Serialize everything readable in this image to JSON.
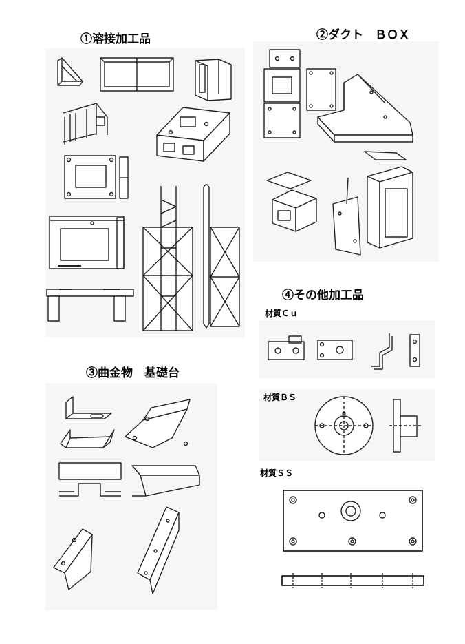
{
  "sections": {
    "welded": {
      "title": "①溶接加工品"
    },
    "duct": {
      "title": "②ダクト　ＢＯＸ"
    },
    "bent": {
      "title": "③曲金物　基礎台"
    },
    "other": {
      "title": "④その他加工品"
    }
  },
  "materials": {
    "cu": "材質Ｃｕ",
    "bs": "材質ＢＳ",
    "ss": "材質ＳＳ"
  },
  "colors": {
    "line": "#222222",
    "panel": "#f6f6f6"
  }
}
